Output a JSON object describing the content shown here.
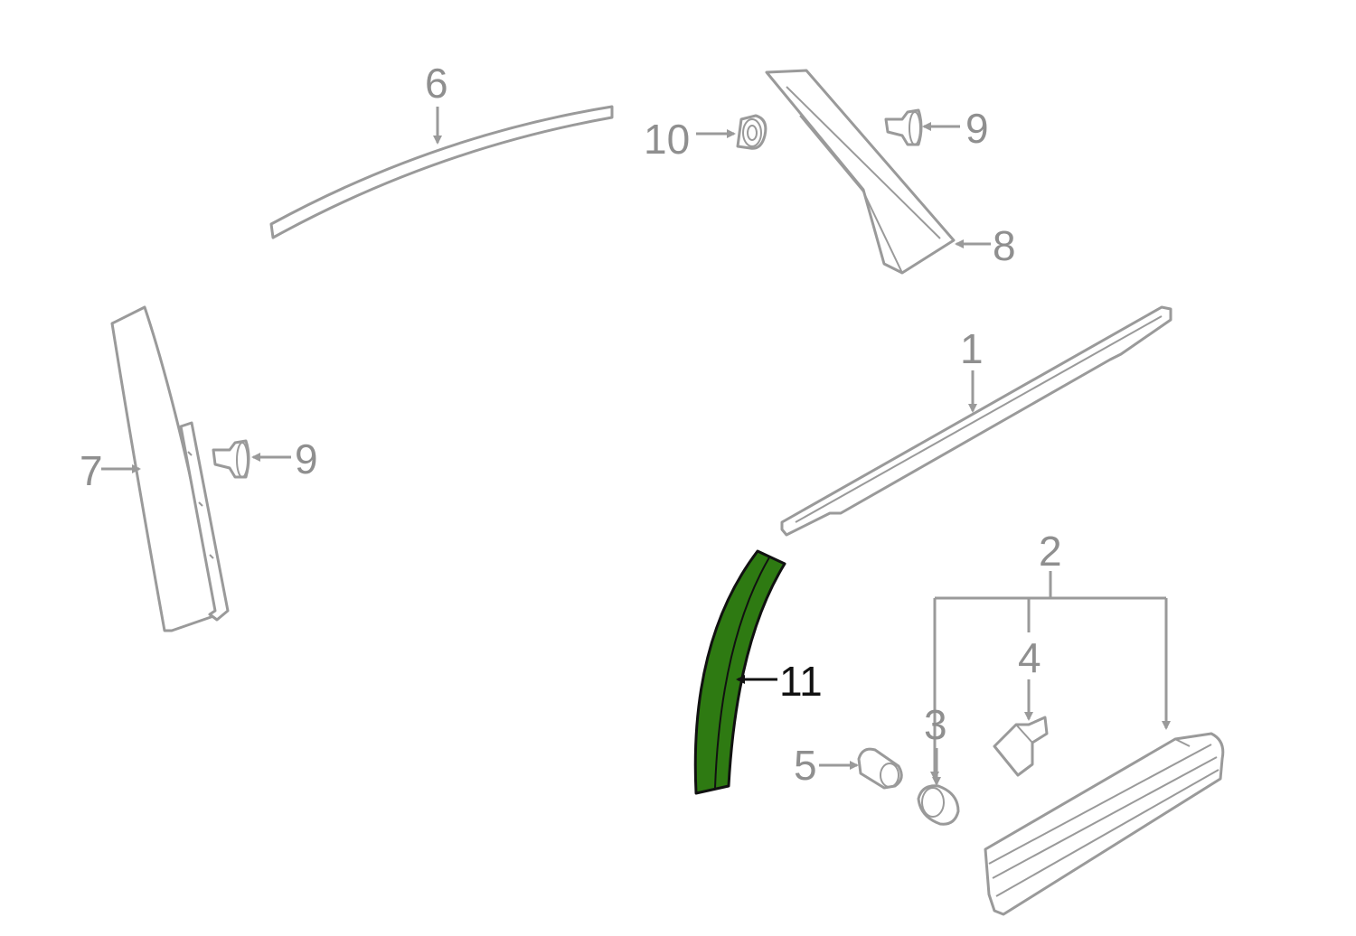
{
  "labels": {
    "p1": "1",
    "p2": "2",
    "p3": "3",
    "p4": "4",
    "p5": "5",
    "p6": "6",
    "p7": "7",
    "p8": "8",
    "p9a": "9",
    "p9b": "9",
    "p10": "10",
    "p11": "11"
  },
  "colors": {
    "highlight_fill": "#2e7a12",
    "highlight_stroke": "#111111",
    "part_stroke": "#9a9a9a",
    "label_gray": "#8f8f8f",
    "label_highlight": "#111111"
  }
}
